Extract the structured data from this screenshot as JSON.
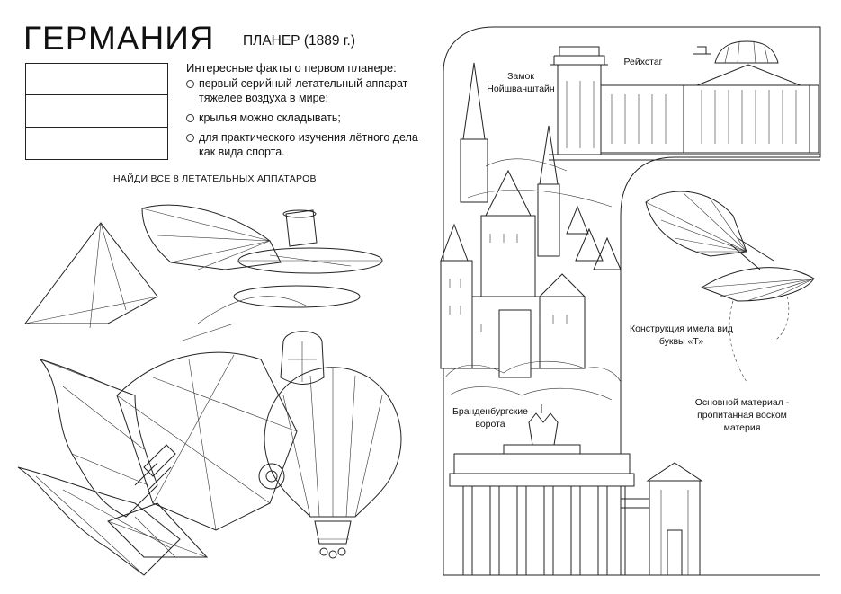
{
  "title": "ГЕРМАНИЯ",
  "glider_heading": "ПЛАНЕР (1889 г.)",
  "facts_heading": "Интересные факты о первом планере:",
  "facts": [
    "первый серийный летательный аппарат тяжелее воздуха в мире;",
    "крылья можно складывать;",
    "для практического изучения лётного дела как вида спорта."
  ],
  "task": "НАЙДИ ВСЕ 8 ЛЕТАТЕЛЬНЫХ АППАТАРОВ",
  "landmarks": {
    "castle": "Замок Нойшванштайн",
    "reichstag": "Рейхстаг",
    "gate": "Бранденбургские ворота"
  },
  "notes": {
    "shape": "Конструкция имела вид буквы «Т»",
    "material": "Основной материал - пропитанная воском материя"
  }
}
